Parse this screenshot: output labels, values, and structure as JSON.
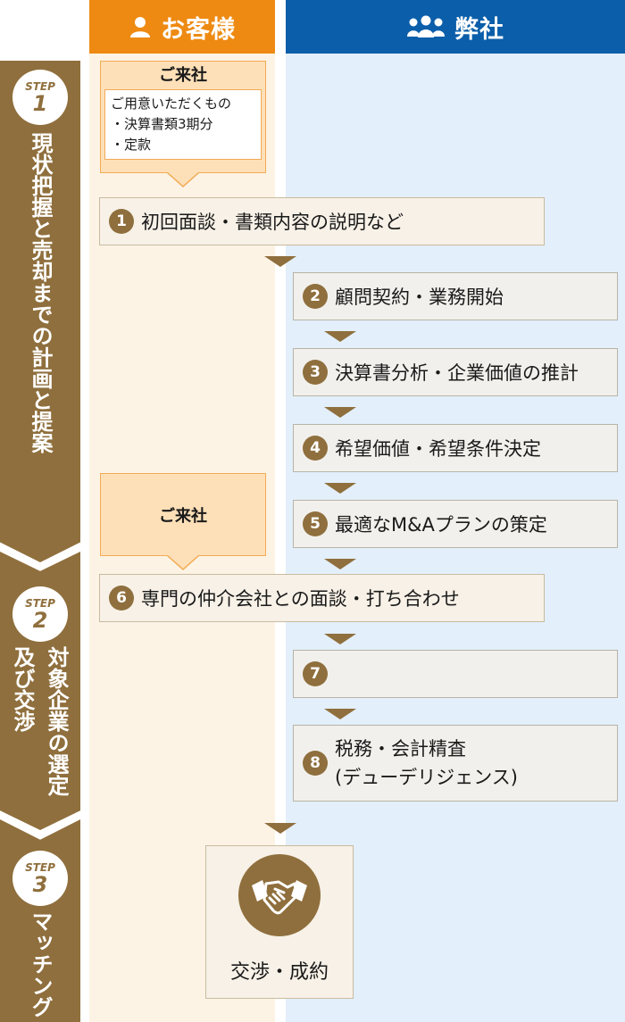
{
  "header": {
    "customer": "お客様",
    "company": "弊社"
  },
  "steps": [
    {
      "label": "STEP",
      "num": "1",
      "title": "現状把握と売却までの計画と提案"
    },
    {
      "label": "STEP",
      "num": "2",
      "title_line1": "対象企業の選定",
      "title_line2": "及び交渉"
    },
    {
      "label": "STEP",
      "num": "3",
      "title": "マッチング"
    }
  ],
  "visit1": {
    "title": "ご来社",
    "need_title": "ご用意いただくもの",
    "items": [
      "・決算書類3期分",
      "・定款"
    ]
  },
  "visit2": {
    "title": "ご来社"
  },
  "flow": [
    {
      "num": "1",
      "text": "初回面談・書類内容の説明など"
    },
    {
      "num": "2",
      "text": "顧問契約・業務開始"
    },
    {
      "num": "3",
      "text": "決算書分析・企業価値の推計"
    },
    {
      "num": "4",
      "text": "希望価値・希望条件決定"
    },
    {
      "num": "5",
      "text": "最適なM&Aプランの策定"
    },
    {
      "num": "6",
      "text": "専門の仲介会社との面談・打ち合わせ"
    },
    {
      "num": "7",
      "text": ""
    },
    {
      "num": "8",
      "text_line1": "税務・会計精査",
      "text_line2": "(デューデリジェンス)"
    }
  ],
  "final": {
    "text": "交渉・成約",
    "icon": "handshake-icon"
  },
  "colors": {
    "brown": "#8f6f3d",
    "orange": "#ee8a12",
    "blue": "#0b5ea9"
  }
}
